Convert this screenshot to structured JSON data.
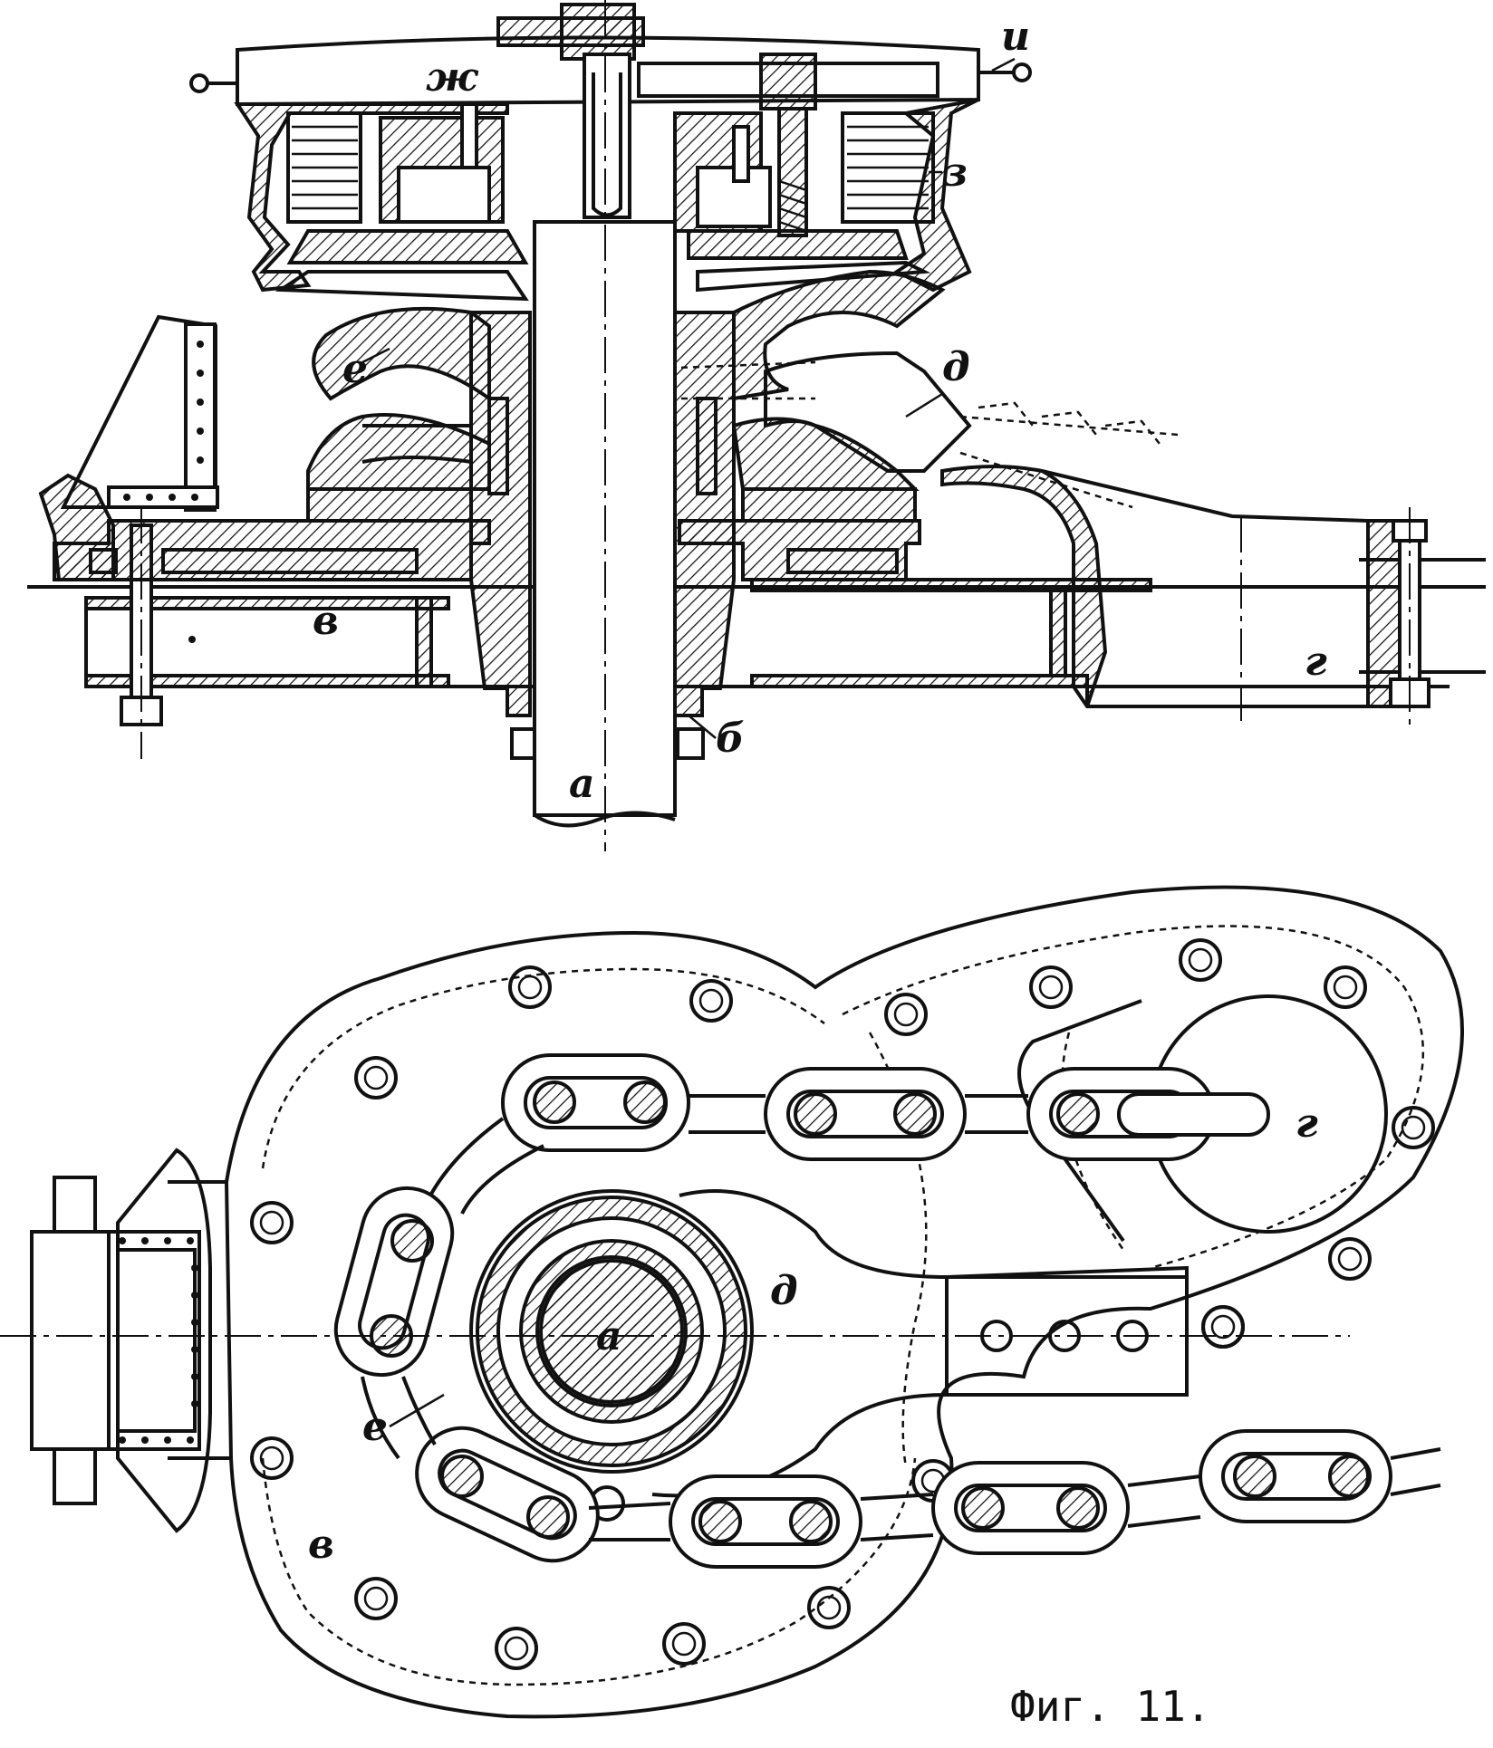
{
  "figure": {
    "caption": "Фиг. 11.",
    "labels": {
      "a_top": "a",
      "b": "б",
      "v_top": "в",
      "g_top": "г",
      "d_top": "д",
      "e_top": "е",
      "zh": "ж",
      "z": "з",
      "i": "и",
      "a_bottom": "a",
      "g_bottom": "г",
      "d_bottom": "д",
      "e_bottom": "е",
      "v_bottom": "в"
    }
  }
}
